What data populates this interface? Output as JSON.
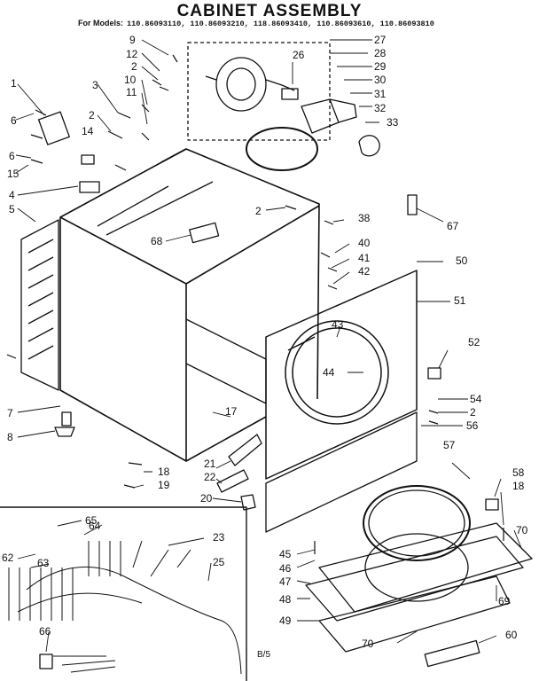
{
  "header": {
    "title": "Cabinet Assembly",
    "models_label": "For Models:",
    "models": "110.86093110, 110.86093210, 118.86093410, 110.86093610, 110.86093810"
  },
  "footer_code": "B/5",
  "callouts": [
    "9",
    "27",
    "12",
    "26",
    "28",
    "2",
    "29",
    "10",
    "30",
    "11",
    "31",
    "32",
    "33",
    "1",
    "3",
    "6",
    "2",
    "14",
    "6",
    "15",
    "4",
    "5",
    "2",
    "38",
    "67",
    "68",
    "40",
    "41",
    "42",
    "50",
    "43",
    "51",
    "44",
    "52",
    "54",
    "2",
    "56",
    "7",
    "17",
    "8",
    "18",
    "19",
    "21",
    "22",
    "20",
    "57",
    "58",
    "18",
    "65",
    "64",
    "70",
    "23",
    "62",
    "63",
    "25",
    "45",
    "46",
    "47",
    "48",
    "49",
    "66",
    "70",
    "69",
    "60"
  ],
  "colors": {
    "ink": "#111111",
    "paper": "#ffffff"
  }
}
